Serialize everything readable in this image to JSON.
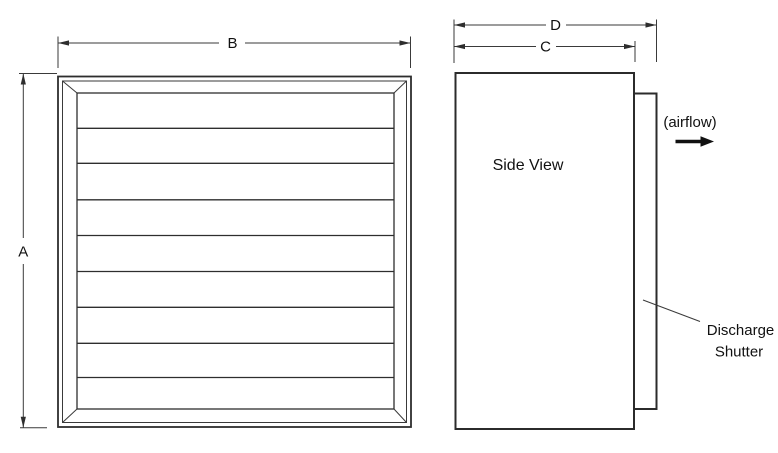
{
  "diagram": {
    "front_view": {
      "dim_height_label": "A",
      "dim_width_label": "B"
    },
    "side_view": {
      "title": "Side View",
      "dim_body_depth_label": "C",
      "dim_overall_depth_label": "D",
      "airflow_note": "(airflow)",
      "callout_line1": "Discharge",
      "callout_line2": "Shutter"
    },
    "colors": {
      "line": "#2e2e2e",
      "text": "#111111",
      "background": "#ffffff"
    }
  }
}
